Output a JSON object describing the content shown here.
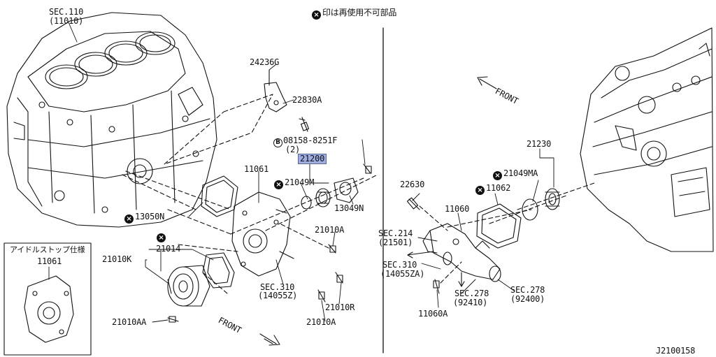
{
  "header": {
    "note": "印は再使用不可部品",
    "note_icon": "x-circle-icon"
  },
  "left_block": {
    "sec_code": "SEC.110",
    "sec_ref": "(11010)"
  },
  "front_labels": {
    "left": "FRONT",
    "right": "FRONT"
  },
  "inset": {
    "title": "アイドルストップ仕様",
    "part": "11061"
  },
  "parts": {
    "p24236G": "24236G",
    "p22830A": "22830A",
    "p08158": "08158-8251F",
    "p08158_qty": "(2)",
    "p21200": "21200",
    "p11061": "11061",
    "p21049M": "21049M",
    "p13049N": "13049N",
    "p13050N": "13050N",
    "p21010A_1": "21010A",
    "p21014": "21014",
    "p21010K": "21010K",
    "sec310_l": "SEC.310",
    "sec310_l_ref": "(14055Z)",
    "p21010R": "21010R",
    "p21010A_2": "21010A",
    "p21010AA": "21010AA",
    "p22630": "22630",
    "p11060": "11060",
    "p11062": "11062",
    "p21049MA": "21049MA",
    "p21230": "21230",
    "sec214": "SEC.214",
    "sec214_ref": "(21501)",
    "sec310_r": "SEC.310",
    "sec310_r_ref": "(14055ZA)",
    "sec278_a": "SEC.278",
    "sec278_a_ref": "(92410)",
    "sec278_b": "SEC.278",
    "sec278_b_ref": "(92400)",
    "p11060A": "11060A"
  },
  "diagram_id": "J2100158"
}
